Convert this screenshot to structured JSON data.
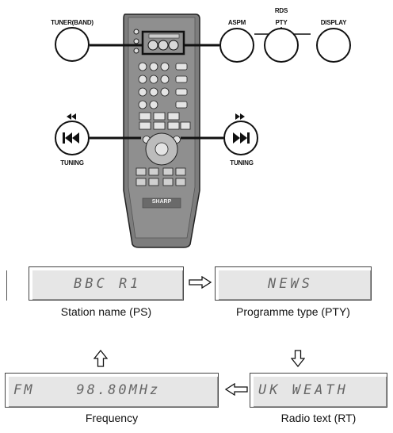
{
  "remote": {
    "brand": "SHARP",
    "buttons": {
      "tuner_band": "TUNER(BAND)",
      "aspm": "ASPM",
      "rds": "RDS",
      "pty": "PTY",
      "display": "DISPLAY",
      "tuning_left": "TUNING",
      "tuning_right": "TUNING"
    }
  },
  "displays": {
    "ps": {
      "screen": "BBC R1",
      "caption": "Station name (PS)"
    },
    "pty": {
      "screen": "NEWS",
      "caption": "Programme type (PTY)"
    },
    "freq": {
      "screen": "FM    98.80MHz",
      "caption": "Frequency"
    },
    "rt": {
      "screen": "UK WEATH",
      "caption": "Radio text (RT)"
    }
  }
}
